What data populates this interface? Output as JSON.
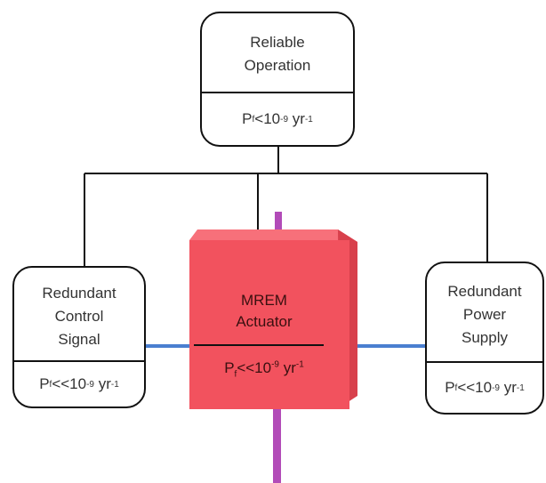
{
  "top": {
    "title": "Reliable\nOperation",
    "prob": {
      "base": "P",
      "sub": "f",
      "rel": "<",
      "num": "10",
      "exp": "-9",
      "unit": "yr",
      "unit_exp": "-1"
    }
  },
  "left": {
    "title": "Redundant\nControl\nSignal",
    "prob": {
      "base": "P",
      "sub": "f",
      "rel": "<<",
      "num": "10",
      "exp": "-9",
      "unit": "yr",
      "unit_exp": "-1"
    }
  },
  "right": {
    "title": "Redundant\nPower\nSupply",
    "prob": {
      "base": "P",
      "sub": "f",
      "rel": "<<",
      "num": "10",
      "exp": "-9",
      "unit": "yr",
      "unit_exp": "-1"
    }
  },
  "actuator": {
    "title": "MREM\nActuator",
    "prob": {
      "base": "P",
      "sub": "f",
      "rel": "<<",
      "num": "10",
      "exp": "-9",
      "unit": "yr",
      "unit_exp": "-1"
    }
  },
  "colors": {
    "actuator_body": "#f2525e",
    "actuator_top": "#f7707a",
    "actuator_side": "#d8404c",
    "shaft": "#b24bb8",
    "signal_line": "#4a7fd0",
    "connector": "#111111"
  }
}
